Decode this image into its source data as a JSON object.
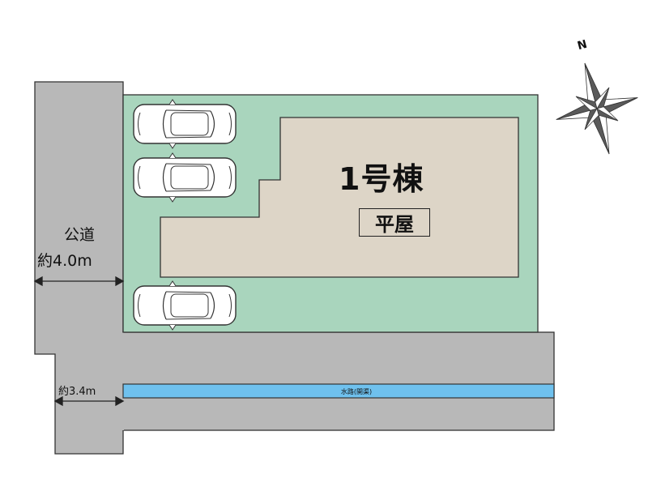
{
  "building": {
    "name": "1号棟",
    "type": "平屋"
  },
  "road": {
    "name": "公道",
    "width": "約4.0m",
    "width_south": "約3.4m"
  },
  "waterway": {
    "label": "水路(開渠)"
  },
  "compass": {
    "north": "N"
  },
  "colors": {
    "lot": "#a9d5bd",
    "building": "#ddd5c7",
    "road": "#b8b8b8",
    "water": "#6fc1ee"
  }
}
